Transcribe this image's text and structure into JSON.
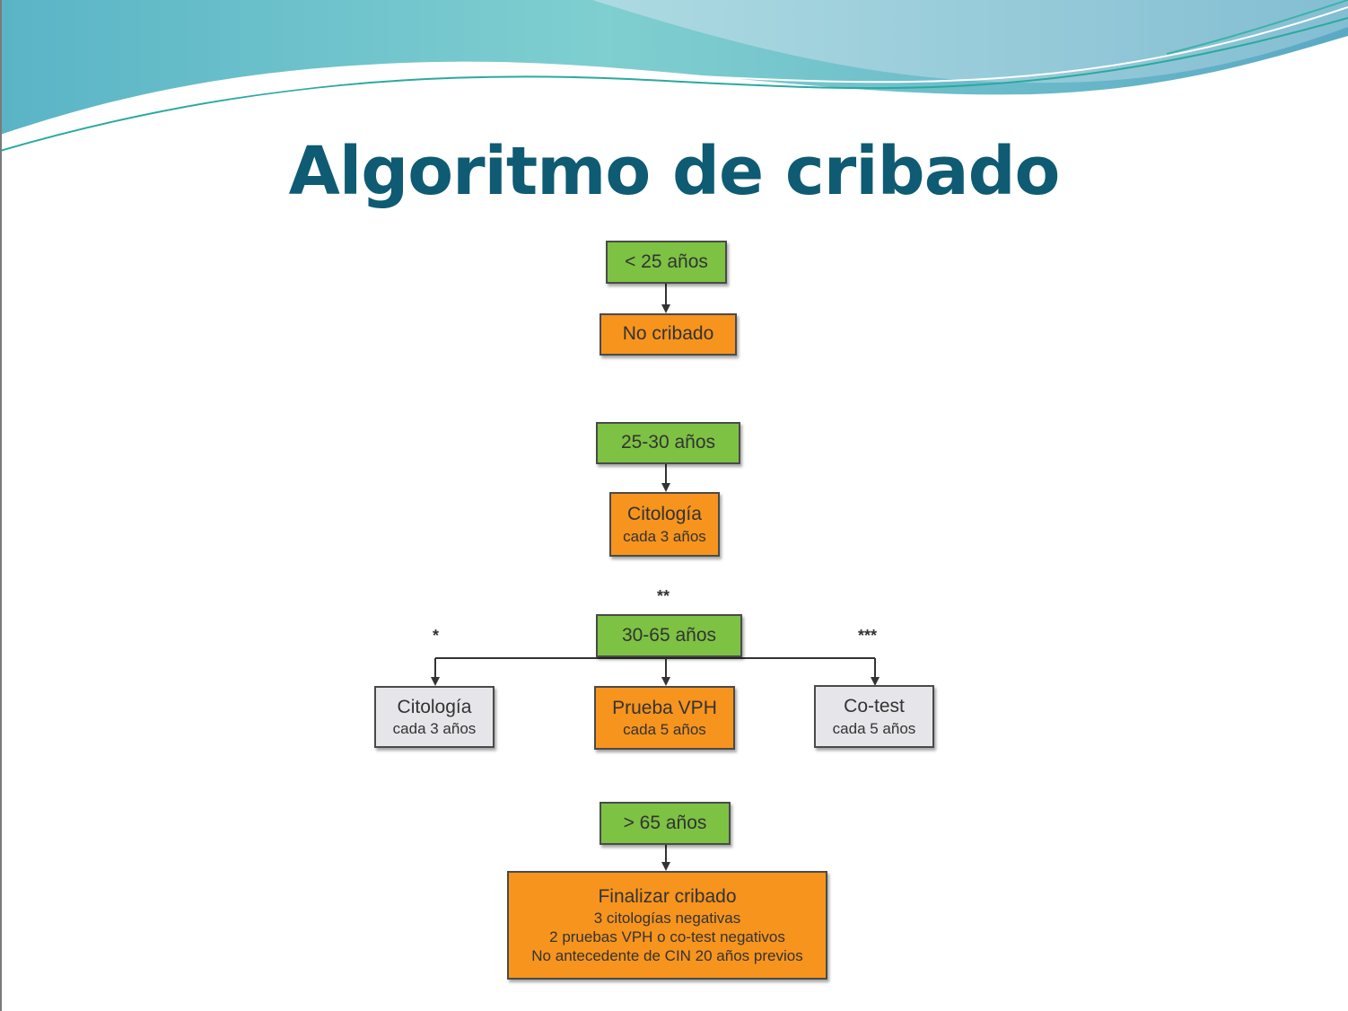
{
  "title": "Algoritmo de cribado",
  "colors": {
    "title": "#0e5b73",
    "age_box": "#7dc243",
    "action_box": "#f7941d",
    "alt_box": "#e6e6ea"
  },
  "nodes": {
    "under25": {
      "main": "< 25 años"
    },
    "no_screening": {
      "main": "No cribado"
    },
    "age25_30": {
      "main": "25-30 años"
    },
    "cyto_25_30": {
      "main": "Citología",
      "sub": "cada 3 años"
    },
    "age30_65": {
      "main": "30-65 años"
    },
    "cyto_30_65": {
      "main": "Citología",
      "sub": "cada 3 años"
    },
    "hpv_test": {
      "main": "Prueba VPH",
      "sub": "cada 5 años"
    },
    "cotest": {
      "main": "Co-test",
      "sub": "cada 5 años"
    },
    "over65": {
      "main": "> 65 años"
    },
    "end_screening": {
      "main": "Finalizar cribado",
      "line1": "3 citologías negativas",
      "line2": "2 pruebas VPH o co-test negativos",
      "line3": "No antecedente de CIN 20 años previos"
    }
  },
  "markers": {
    "left": "*",
    "center": "**",
    "right": "***"
  }
}
